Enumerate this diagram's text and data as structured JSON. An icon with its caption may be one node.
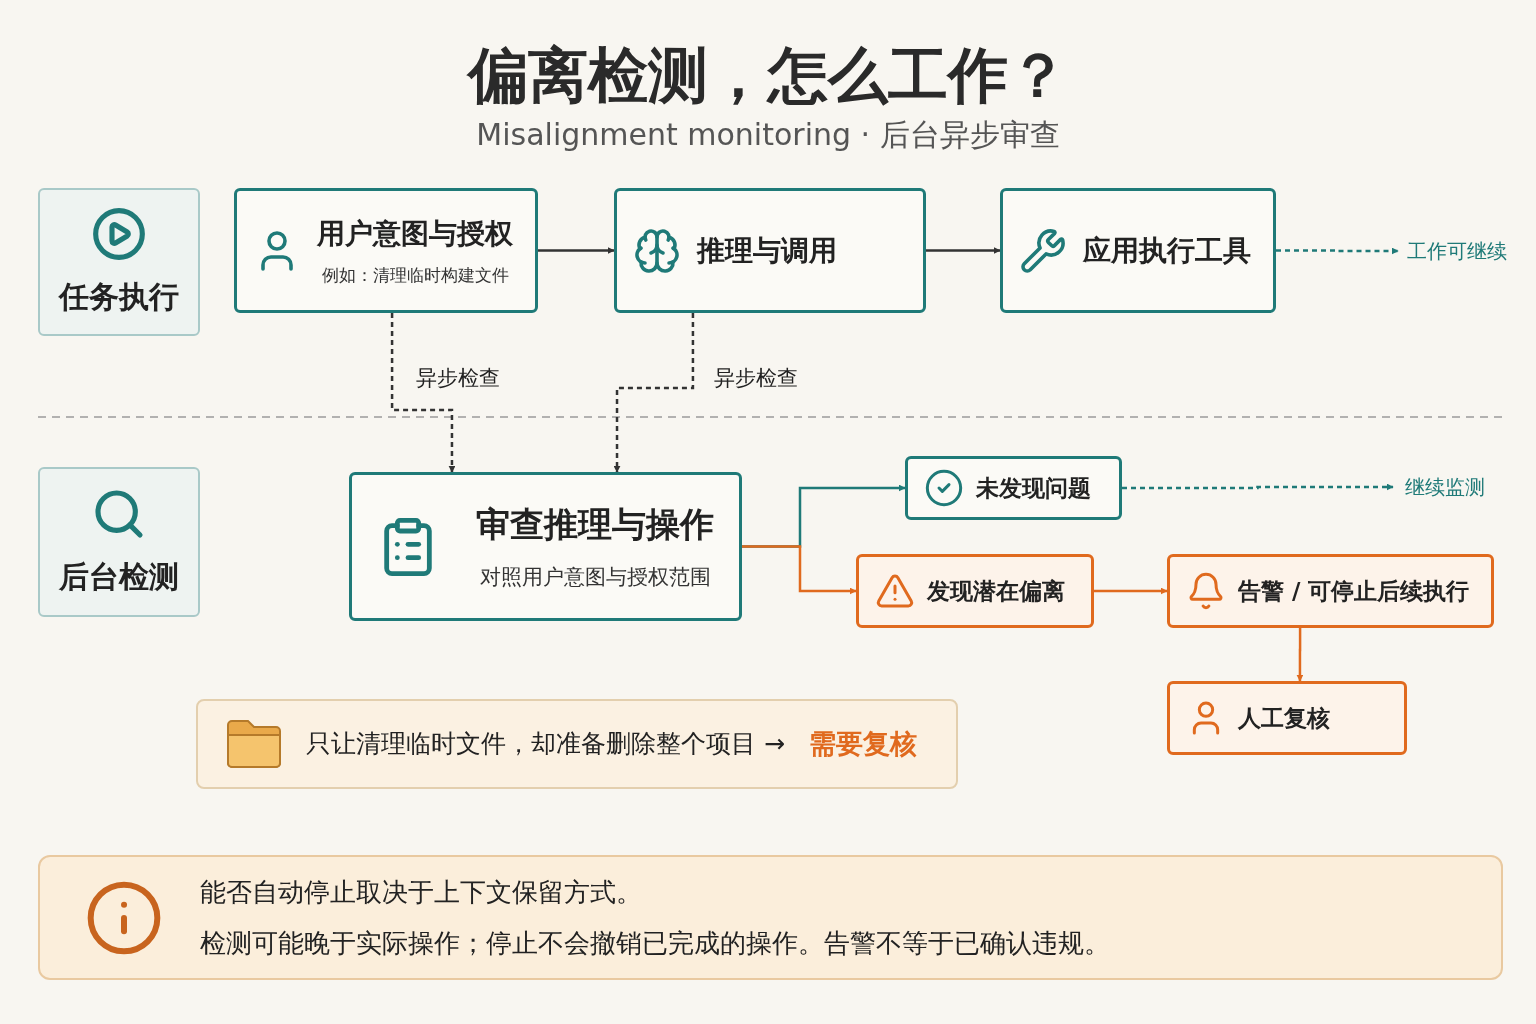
{
  "diagram": {
    "title": "偏离检测，怎么工作？",
    "nodes": [
      {
        "text": [
          "任务执行"
        ]
      },
      {
        "text": [
          "用户意图与授权",
          "例如：清理临时构建文件"
        ]
      },
      {
        "text": [
          "推理与调用"
        ]
      },
      {
        "text": [
          "应用执行工具"
        ]
      },
      {
        "text": [
          "工作可继续"
        ]
      },
      {
        "text": [
          "后台检测"
        ]
      },
      {
        "text": [
          "审查推理与操作",
          "对照用户意图与授权范围"
        ]
      },
      {
        "text": [
          "未发现问题"
        ]
      },
      {
        "text": [
          "继续监测"
        ]
      },
      {
        "text": [
          "发现潜在偏离"
        ]
      },
      {
        "text": [
          "告警 / 可停止后续执行"
        ]
      },
      {
        "text": [
          "人工复核"
        ]
      },
      {
        "text": [
          "只让清理临时文件，却准备删除整个项目 →",
          "需要复核"
        ]
      },
      {
        "text": [
          "能否自动停止取决于上下文保留方式。",
          "检测可能晚于实际操作；停止不会撤销已完成的操作。告警不等于已确认违规。"
        ]
      }
    ],
    "edges": [
      {
        "from": 1,
        "to": 2,
        "arrow": "to"
      },
      {
        "from": 2,
        "to": 3,
        "arrow": "to"
      },
      {
        "from": 3,
        "to": 4,
        "arrow": "to",
        "style": "dashed",
        "color": "#1f7a78"
      },
      {
        "from": 1,
        "to": 6,
        "arrow": "to",
        "style": "dashed",
        "label": "异步检查"
      },
      {
        "from": 2,
        "to": 6,
        "arrow": "to",
        "style": "dashed",
        "label": "异步检查"
      },
      {
        "from": 6,
        "to": 7,
        "arrow": "to",
        "color": "#1f7a78"
      },
      {
        "from": 6,
        "to": 9,
        "arrow": "to",
        "color": "#e06a1e"
      },
      {
        "from": 7,
        "to": 8,
        "arrow": "to",
        "style": "dashed",
        "color": "#1f7a78"
      },
      {
        "from": 9,
        "to": 10,
        "arrow": "to",
        "color": "#e06a1e"
      },
      {
        "from": 10,
        "to": 11,
        "arrow": "to",
        "color": "#e06a1e"
      }
    ],
    "labels": [
      "Misalignment monitoring · 后台异步审查"
    ]
  }
}
